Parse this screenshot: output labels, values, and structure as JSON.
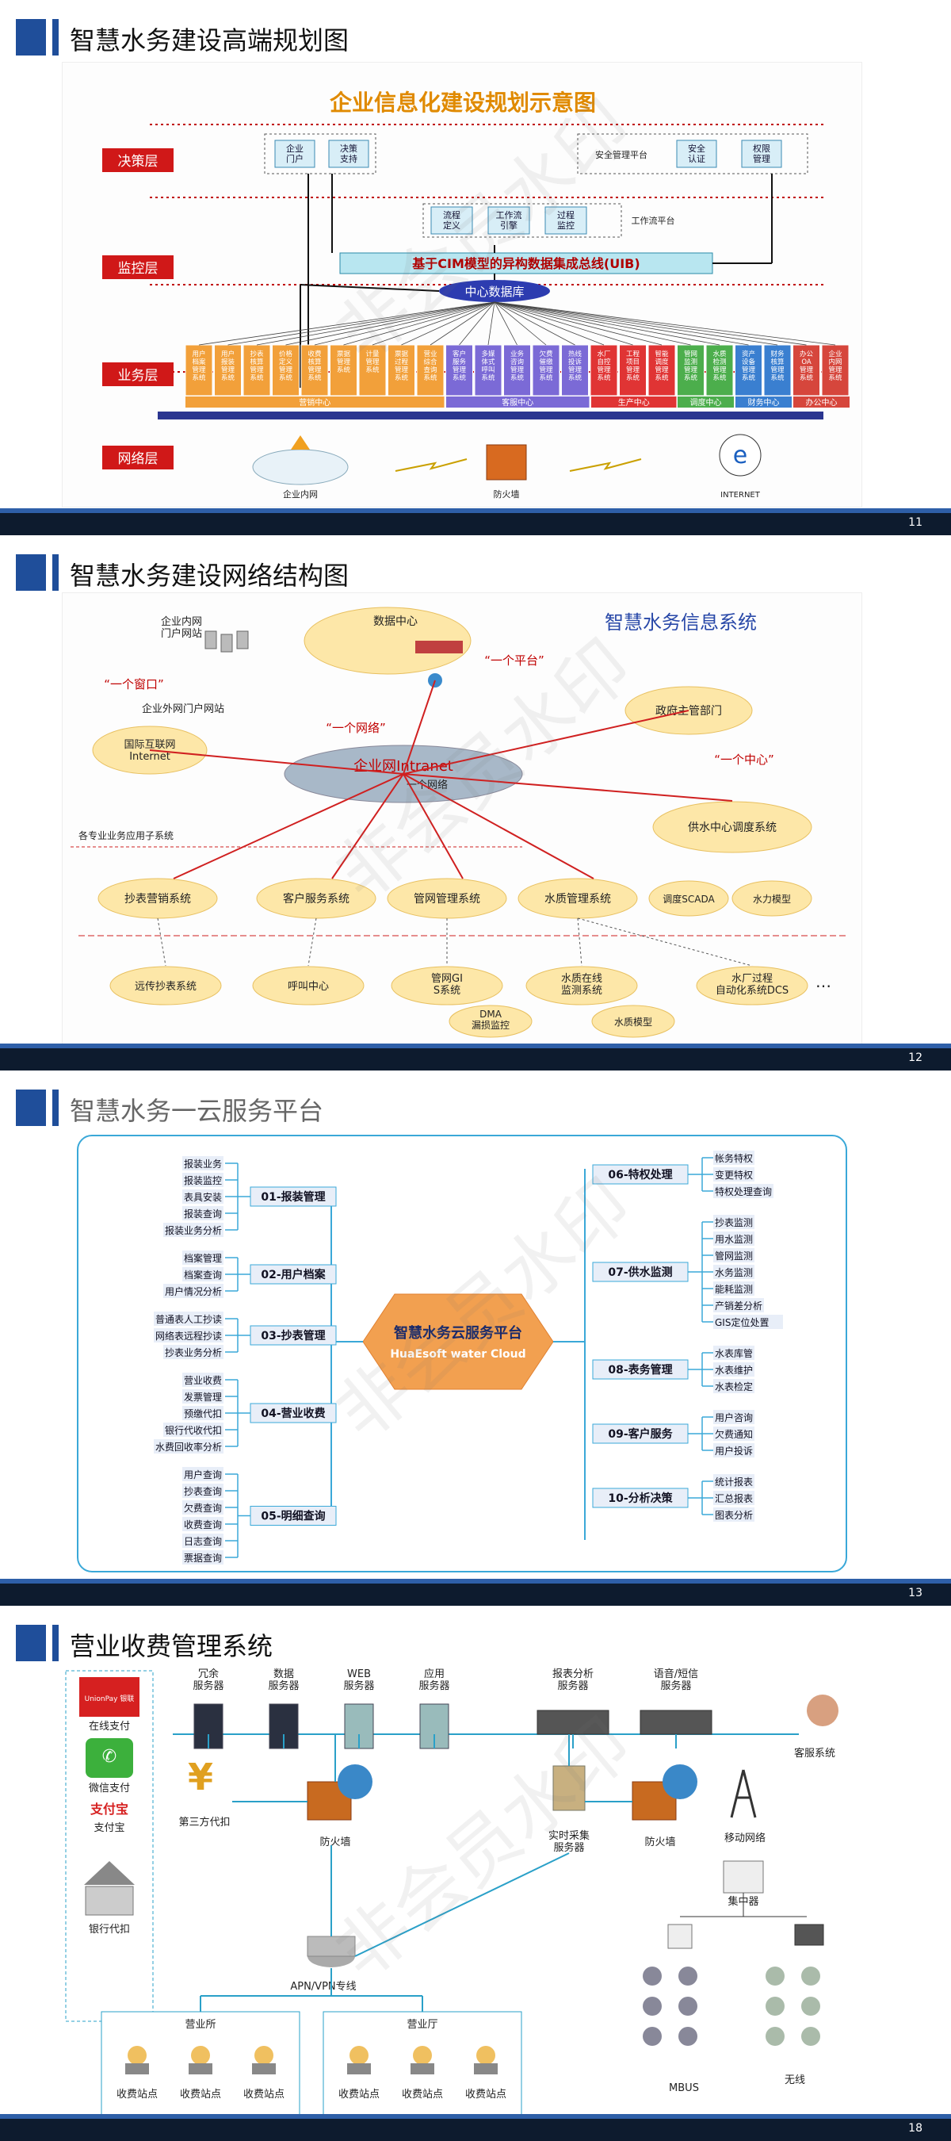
{
  "slides": [
    {
      "title": "智慧水务建设高端规划图",
      "page": "11"
    },
    {
      "title": "智慧水务建设网络结构图",
      "page": "12"
    },
    {
      "title": "智慧水务一云服务平台",
      "page": "13"
    },
    {
      "title": "营业收费管理系统",
      "page": "18"
    }
  ],
  "s11": {
    "heading": "企业信息化建设规划示意图",
    "layers": [
      "决策层",
      "监控层",
      "业务层",
      "网络层"
    ],
    "top_boxes": [
      "企业门户",
      "决策支持"
    ],
    "security_platform": "安全管理平台",
    "security_boxes": [
      "安全认证",
      "权限管理"
    ],
    "flow_boxes": [
      "流程定义",
      "工作流引擎",
      "过程监控"
    ],
    "flow_platform": "工作流平台",
    "bus": "基于CIM模型的异构数据集成总线(UIB)",
    "db": "中心数据库",
    "biz_groups": [
      "营销中心",
      "客服中心",
      "生产中心",
      "调度中心",
      "财务中心",
      "办公中心"
    ],
    "biz_systems": [
      "用户档案管理系统",
      "用户报装管理系统",
      "抄表核算管理系统",
      "价格定义管理系统",
      "收费核算管理系统",
      "票据管理系统",
      "计量管理系统",
      "票据过程管理系统",
      "营业综合查询系统",
      "客户服务管理系统",
      "多媒体式呼叫系统",
      "业务咨询管理系统",
      "欠费催缴管理系统",
      "热线投诉管理系统",
      "水厂自控管理系统",
      "工程项目管理系统",
      "智能调度管理系统",
      "管网监测管理系统",
      "水质检测管理系统",
      "资产设备管理系统",
      "财务核算管理系统",
      "办公OA管理系统",
      "企业内网管理系统"
    ],
    "network": [
      "企业内网",
      "防火墙",
      "INTERNET"
    ]
  },
  "s12": {
    "title": "智慧水务信息系统",
    "intranet_portal": "企业内网\n门户网站",
    "datacenter": "数据中心",
    "one_window": "“一个窗口”",
    "one_platform": "“一个平台”",
    "one_network": "“一个网络”",
    "one_center": "“一个中心”",
    "ext_portal": "企业外网门户网站",
    "internet": "国际互联网\nInternet",
    "intranet": "企业网Intranet",
    "intranet_sub": "一个网络",
    "gov": "政府主管部门",
    "dispatch": "供水中心调度系统",
    "subsys_label": "各专业业务应用子系统",
    "apps": [
      "抄表营销系统",
      "客户服务系统",
      "管网管理系统",
      "水质管理系统"
    ],
    "dispatch_subs": [
      "调度SCADA",
      "水力模型"
    ],
    "bottom": [
      "远传抄表系统",
      "呼叫中心",
      "管网GIS系统",
      "水质在线监测系统",
      "水厂过程自动化系统DCS"
    ],
    "dma": "DMA\n漏损监控",
    "wq_model": "水质模型",
    "ellipsis": "…"
  },
  "s13": {
    "center": "智慧水务云服务平台",
    "center_en": "HuaEsoft  water Cloud",
    "left": [
      {
        "name": "01-报装管理",
        "items": [
          "报装业务",
          "报装监控",
          "表具安装",
          "报装查询",
          "报装业务分析"
        ]
      },
      {
        "name": "02-用户档案",
        "items": [
          "档案管理",
          "档案查询",
          "用户情况分析"
        ]
      },
      {
        "name": "03-抄表管理",
        "items": [
          "普通表人工抄读",
          "网络表远程抄读",
          "抄表业务分析"
        ]
      },
      {
        "name": "04-营业收费",
        "items": [
          "营业收费",
          "发票管理",
          "预缴代扣",
          "银行代收代扣",
          "水费回收率分析"
        ]
      },
      {
        "name": "05-明细查询",
        "items": [
          "用户查询",
          "抄表查询",
          "欠费查询",
          "收费查询",
          "日志查询",
          "票据查询"
        ]
      }
    ],
    "right": [
      {
        "name": "06-特权处理",
        "items": [
          "帐务特权",
          "变更特权",
          "特权处理查询"
        ]
      },
      {
        "name": "07-供水监测",
        "items": [
          "抄表监测",
          "用水监测",
          "管网监测",
          "水务监测",
          "能耗监测",
          "产销差分析",
          "GIS定位处置"
        ]
      },
      {
        "name": "08-表务管理",
        "items": [
          "水表库管",
          "水表维护",
          "水表检定"
        ]
      },
      {
        "name": "09-客户服务",
        "items": [
          "用户咨询",
          "欠费通知",
          "用户投诉"
        ]
      },
      {
        "name": "10-分析决策",
        "items": [
          "统计报表",
          "汇总报表",
          "图表分析"
        ]
      }
    ]
  },
  "s18": {
    "pay": [
      "在线支付",
      "微信支付",
      "支付宝",
      "银行代扣"
    ],
    "unionpay": "UnionPay 银联",
    "alipay": "支付宝",
    "servers": [
      "冗余服务器",
      "数据服务器",
      "WEB服务器",
      "应用服务器",
      "报表分析服务器",
      "语音/短信服务器"
    ],
    "support": "客服系统",
    "third": "第三方代扣",
    "firewall": "防火墙",
    "collect": "实时采集服务器",
    "mobile": "移动网络",
    "concentrator": "集中器",
    "apn": "APN/VPN专线",
    "office1": "营业所",
    "office2": "营业厅",
    "station": "收费站点",
    "mbus": "MBUS",
    "wireless": "无线"
  },
  "watermark": "非会员水印"
}
